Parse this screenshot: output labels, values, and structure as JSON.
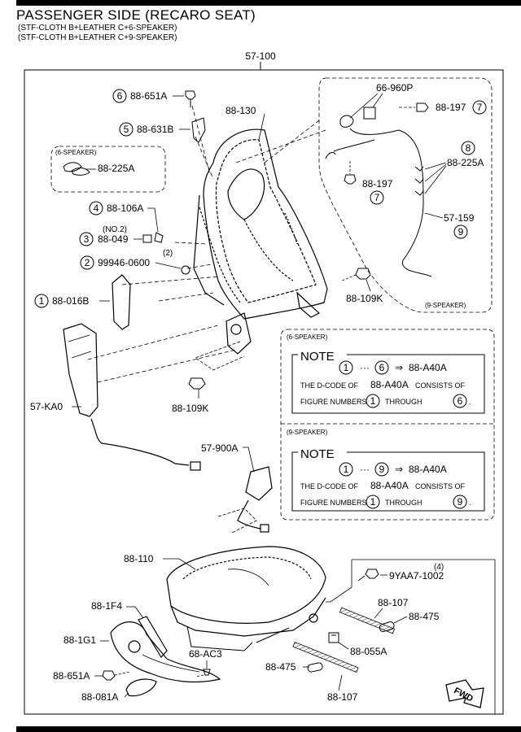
{
  "header": {
    "title": "PASSENGER SIDE (RECARO  SEAT)",
    "subtitle1": "(STF-CLOTH B+LEATHER C+6-SPEAKER)",
    "subtitle2": "(STF-CLOTH B+LEATHER C+9-SPEAKER)"
  },
  "assembly_label": "57-100",
  "parts": {
    "p88_651A_top": "88-651A",
    "p88_631B": "88-631B",
    "p88_225A_6": "88-225A",
    "p88_106A": "88-106A",
    "p88_049": "88-049",
    "p99946": "99946-0600",
    "p88_016B": "88-016B",
    "p88_130": "88-130",
    "p66_960P": "66-960P",
    "p88_197_a": "88-197",
    "p88_197_b": "88-197",
    "p88_225A_9": "88-225A",
    "p57_159": "57-159",
    "p88_109K_right": "88-109K",
    "p88_109K_mid": "88-109K",
    "p57_KA0": "57-KA0",
    "p57_900A": "57-900A",
    "p88_110": "88-110",
    "p9YAA7": "9YAA7-1002",
    "p88_107_top": "88-107",
    "p88_475_right": "88-475",
    "p88_055A": "88-055A",
    "p88_475_left": "88-475",
    "p88_107_bot": "88-107",
    "p88_1F4": "88-1F4",
    "p88_1G1": "88-1G1",
    "p68_AC3": "68-AC3",
    "p88_651A_bot": "88-651A",
    "p88_081A": "88-081A"
  },
  "numbers": {
    "n6": "6",
    "n5": "5",
    "n4": "4",
    "n3": "3",
    "n2": "2",
    "n1": "1",
    "n7a": "7",
    "n7b": "7",
    "n8": "8",
    "n9": "9"
  },
  "notes": {
    "no2": "(NO.2)",
    "qty2": "(2)",
    "qty4": "(4)",
    "six_speaker": "(6-SPEAKER)",
    "nine_speaker": "(9-SPEAKER)",
    "note_title": "NOTE",
    "range_dots": "···",
    "arrow": "⇒",
    "dcode": "88-A40A",
    "dcode_line_prefix": "THE D-CODE OF",
    "dcode_line_suffix": "CONSISTS OF",
    "figure_numbers": "FIGURE NUMBERS",
    "through": "THROUGH",
    "period": ".",
    "n1": "1",
    "n6": "6",
    "n9": "9"
  },
  "fwd": "FWD"
}
